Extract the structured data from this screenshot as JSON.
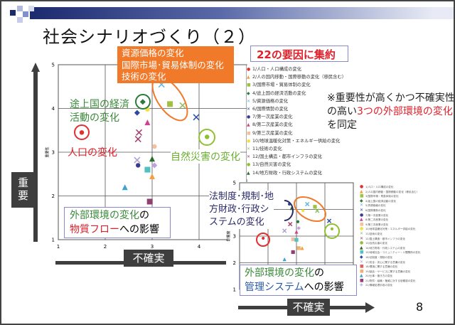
{
  "slide": {
    "title": "社会シナリオづくり（２）",
    "page_number": "8",
    "summary_label": "22の要因に集約",
    "orange_callout": [
      "資源価格の変化",
      "国際市場･貿易体制の変化",
      "技術の変化"
    ],
    "note": {
      "prefix": "※重要性が高くかつ不確実性の高い",
      "highlight": "3つの外部環境の変化",
      "suffix": "を同定"
    },
    "labels": {
      "developing": [
        "途上国の経済",
        "活動の変化"
      ],
      "population": "人口の変化",
      "natural": "自然災害の変化",
      "law": [
        "法制度･規制･地",
        "方財政･行政シ",
        "ステムの変化"
      ]
    },
    "box1": {
      "green": "外部環境の変化",
      "mid": "の",
      "red": "物質フロー",
      "end": "への影響"
    },
    "box2": {
      "green": "外部環境の変化",
      "mid": "の",
      "blue": "管理システム",
      "end": "への影響"
    },
    "axis_importance": "重要",
    "axis_uncertainty": "不確実",
    "ylabel_small": "重要性"
  },
  "legend": [
    {
      "label": "1/人口・人口構成の変化",
      "color": "#e03030",
      "shape": "●"
    },
    {
      "label": "2/人の国内移動・国際移動の変化（移民含む）",
      "color": "#f0a040",
      "shape": "▲"
    },
    {
      "label": "3/国際市場・貿易体制の変化",
      "color": "#a0c040",
      "shape": "■"
    },
    {
      "label": "4/途上国の経済活動の変化",
      "color": "#2a7a3a",
      "shape": "◆"
    },
    {
      "label": "5/資源価格の変化",
      "color": "#60b8e0",
      "shape": "✕"
    },
    {
      "label": "6/国際情勢の変化",
      "color": "#3050a0",
      "shape": "✕"
    },
    {
      "label": "7/第一次産業の変化",
      "color": "#3a3a90",
      "shape": "●"
    },
    {
      "label": "8/第二次産業の変化",
      "color": "#d04090",
      "shape": "▲"
    },
    {
      "label": "9/第三次産業の変化",
      "color": "#f0c0a0",
      "shape": "■"
    },
    {
      "label": "10/地球温暖化対策・エネルギー供給の変化",
      "color": "#f0e040",
      "shape": "●"
    },
    {
      "label": "11/技術の変化",
      "color": "#90c060",
      "shape": "✕"
    },
    {
      "label": "12/国土構造・都市インフラの変化",
      "color": "#a04070",
      "shape": "✕"
    },
    {
      "label": "13/自然災害の変化",
      "color": "#90c030",
      "shape": "●"
    },
    {
      "label": "14/地方財政・行政システムの変化",
      "color": "#2a6a2a",
      "shape": "▲"
    },
    {
      "label": "15/地域社会・コミュニティー・人間関係の変化",
      "color": "#50c0c0",
      "shape": "■"
    },
    {
      "label": "16/法制度・規制の変化",
      "color": "#2a4aa0",
      "shape": "◆"
    },
    {
      "label": "17/安全・安心に関する意識の変化",
      "color": "#b0a0d0",
      "shape": "✕"
    },
    {
      "label": "18/環境に関する意識の変化",
      "color": "#e06060",
      "shape": "■"
    },
    {
      "label": "19/製品・サービスに関する意識の変化",
      "color": "#f0b070",
      "shape": "■"
    },
    {
      "label": "20/仕事・働き方の変化",
      "color": "#40a0d0",
      "shape": "▲"
    },
    {
      "label": "21/物質・組織・権威に対する信頼感の変化",
      "color": "#904070",
      "shape": "■"
    },
    {
      "label": "22/情報処理手段の変化",
      "color": "#c0c0e0",
      "shape": "◆"
    }
  ],
  "chart_data": [
    {
      "type": "scatter",
      "title": "",
      "xlabel": "不確実性",
      "ylabel": "重要性",
      "xlim": [
        1,
        5
      ],
      "ylim": [
        1,
        5
      ],
      "grid": true,
      "xticks": [
        "1",
        "2",
        "3",
        "4"
      ],
      "yticks": [
        "1",
        "2",
        "3",
        "4",
        "5"
      ],
      "points": [
        {
          "id": 1,
          "x": 1.5,
          "y": 3.45,
          "shape": "circle",
          "color": "#e03030"
        },
        {
          "id": 4,
          "x": 2.8,
          "y": 4.15,
          "shape": "diamond",
          "color": "#2a7a3a"
        },
        {
          "id": 3,
          "x": 3.38,
          "y": 4.1,
          "shape": "square",
          "color": "#a0c040"
        },
        {
          "id": 11,
          "x": 3.65,
          "y": 4.07,
          "shape": "x",
          "color": "#90c060"
        },
        {
          "id": 5,
          "x": 3.2,
          "y": 4.55,
          "shape": "x",
          "color": "#60b8e0"
        },
        {
          "id": 6,
          "x": 3.94,
          "y": 3.8,
          "shape": "x",
          "color": "#3050a0"
        },
        {
          "id": 16,
          "x": 2.68,
          "y": 3.9,
          "shape": "diamond",
          "color": "#2a4aa0"
        },
        {
          "id": 10,
          "x": 2.9,
          "y": 3.98,
          "shape": "circle",
          "color": "#f0e040"
        },
        {
          "id": 8,
          "x": 2.9,
          "y": 3.68,
          "shape": "triangle",
          "color": "#d04090"
        },
        {
          "id": 12,
          "x": 2.72,
          "y": 3.45,
          "shape": "x",
          "color": "#a04070"
        },
        {
          "id": 21,
          "x": 2.7,
          "y": 3.3,
          "shape": "x",
          "color": "#a04070"
        },
        {
          "id": 9,
          "x": 3.05,
          "y": 3.13,
          "shape": "circle",
          "color": "#f0c0a0"
        },
        {
          "id": 13,
          "x": 4.17,
          "y": 3.35,
          "shape": "circle",
          "color": "#90c030"
        },
        {
          "id": 14,
          "x": 3.0,
          "y": 2.85,
          "shape": "triangle",
          "color": "#2a6a2a"
        },
        {
          "id": 17,
          "x": 2.68,
          "y": 2.82,
          "shape": "x",
          "color": "#b0a0d0"
        },
        {
          "id": 7,
          "x": 2.7,
          "y": 2.7,
          "shape": "circle",
          "color": "#3a3a90"
        },
        {
          "id": 22,
          "x": 3.05,
          "y": 2.7,
          "shape": "diamond",
          "color": "#c0a0e0"
        },
        {
          "id": 15,
          "x": 2.9,
          "y": 2.6,
          "shape": "square",
          "color": "#50c0c0"
        },
        {
          "id": 2,
          "x": 3.0,
          "y": 2.45,
          "shape": "triangle",
          "color": "#f0a040"
        },
        {
          "id": 20,
          "x": 2.42,
          "y": 2.2,
          "shape": "triangle",
          "color": "#40a0d0"
        },
        {
          "id": 18,
          "x": 2.95,
          "y": 1.87,
          "shape": "square",
          "color": "#904070"
        }
      ]
    },
    {
      "type": "scatter",
      "title": "",
      "xlabel": "不確実性",
      "ylabel": "影響度",
      "xlim": [
        1,
        5
      ],
      "ylim": [
        1,
        5
      ],
      "grid": true,
      "xticks": [],
      "yticks": [
        "1",
        "2",
        "3",
        "5"
      ],
      "points": [
        {
          "id": 1,
          "x": 1.83,
          "y": 2.92,
          "shape": "circle",
          "color": "#e03030"
        },
        {
          "id": 16,
          "x": 2.75,
          "y": 4.2,
          "shape": "circle",
          "color": "#2a4aa0"
        },
        {
          "id": 14,
          "x": 2.83,
          "y": 4.05,
          "shape": "triangle",
          "color": "#2a6a2a"
        },
        {
          "id": 5,
          "x": 3.38,
          "y": 4.2,
          "shape": "x",
          "color": "#60b8e0"
        },
        {
          "id": 3,
          "x": 3.65,
          "y": 4.1,
          "shape": "square",
          "color": "#a0c040"
        },
        {
          "id": 11,
          "x": 3.73,
          "y": 3.95,
          "shape": "x",
          "color": "#90c060"
        },
        {
          "id": 10,
          "x": 3.23,
          "y": 3.95,
          "shape": "circle",
          "color": "#f0e040"
        },
        {
          "id": 6,
          "x": 4.15,
          "y": 3.57,
          "shape": "x",
          "color": "#3050a0"
        },
        {
          "id": 13,
          "x": 4.25,
          "y": 3.27,
          "shape": "circle",
          "color": "#90c030"
        },
        {
          "id": 4,
          "x": 3.05,
          "y": 3.54,
          "shape": "circle",
          "color": "#2a7a3a"
        },
        {
          "id": 12,
          "x": 2.78,
          "y": 3.45,
          "shape": "x",
          "color": "#a04070"
        },
        {
          "id": 22,
          "x": 3.08,
          "y": 3.3,
          "shape": "diamond",
          "color": "#c0a0e0"
        },
        {
          "id": 17,
          "x": 2.58,
          "y": 3.2,
          "shape": "x",
          "color": "#b0a0d0"
        },
        {
          "id": 8,
          "x": 3.0,
          "y": 3.16,
          "shape": "triangle",
          "color": "#d04090"
        },
        {
          "id": 9,
          "x": 2.88,
          "y": 2.88,
          "shape": "square",
          "color": "#f0c0a0"
        },
        {
          "id": 15,
          "x": 3.0,
          "y": 2.86,
          "shape": "square",
          "color": "#50c0c0"
        },
        {
          "id": 19,
          "x": 3.08,
          "y": 2.55,
          "shape": "square",
          "color": "#f0b070"
        },
        {
          "id": 2,
          "x": 3.2,
          "y": 2.55,
          "shape": "triangle",
          "color": "#f0a040"
        },
        {
          "id": 21,
          "x": 2.88,
          "y": 2.4,
          "shape": "square",
          "color": "#904070"
        },
        {
          "id": 20,
          "x": 2.58,
          "y": 2.13,
          "shape": "triangle",
          "color": "#40a0d0"
        }
      ]
    }
  ]
}
